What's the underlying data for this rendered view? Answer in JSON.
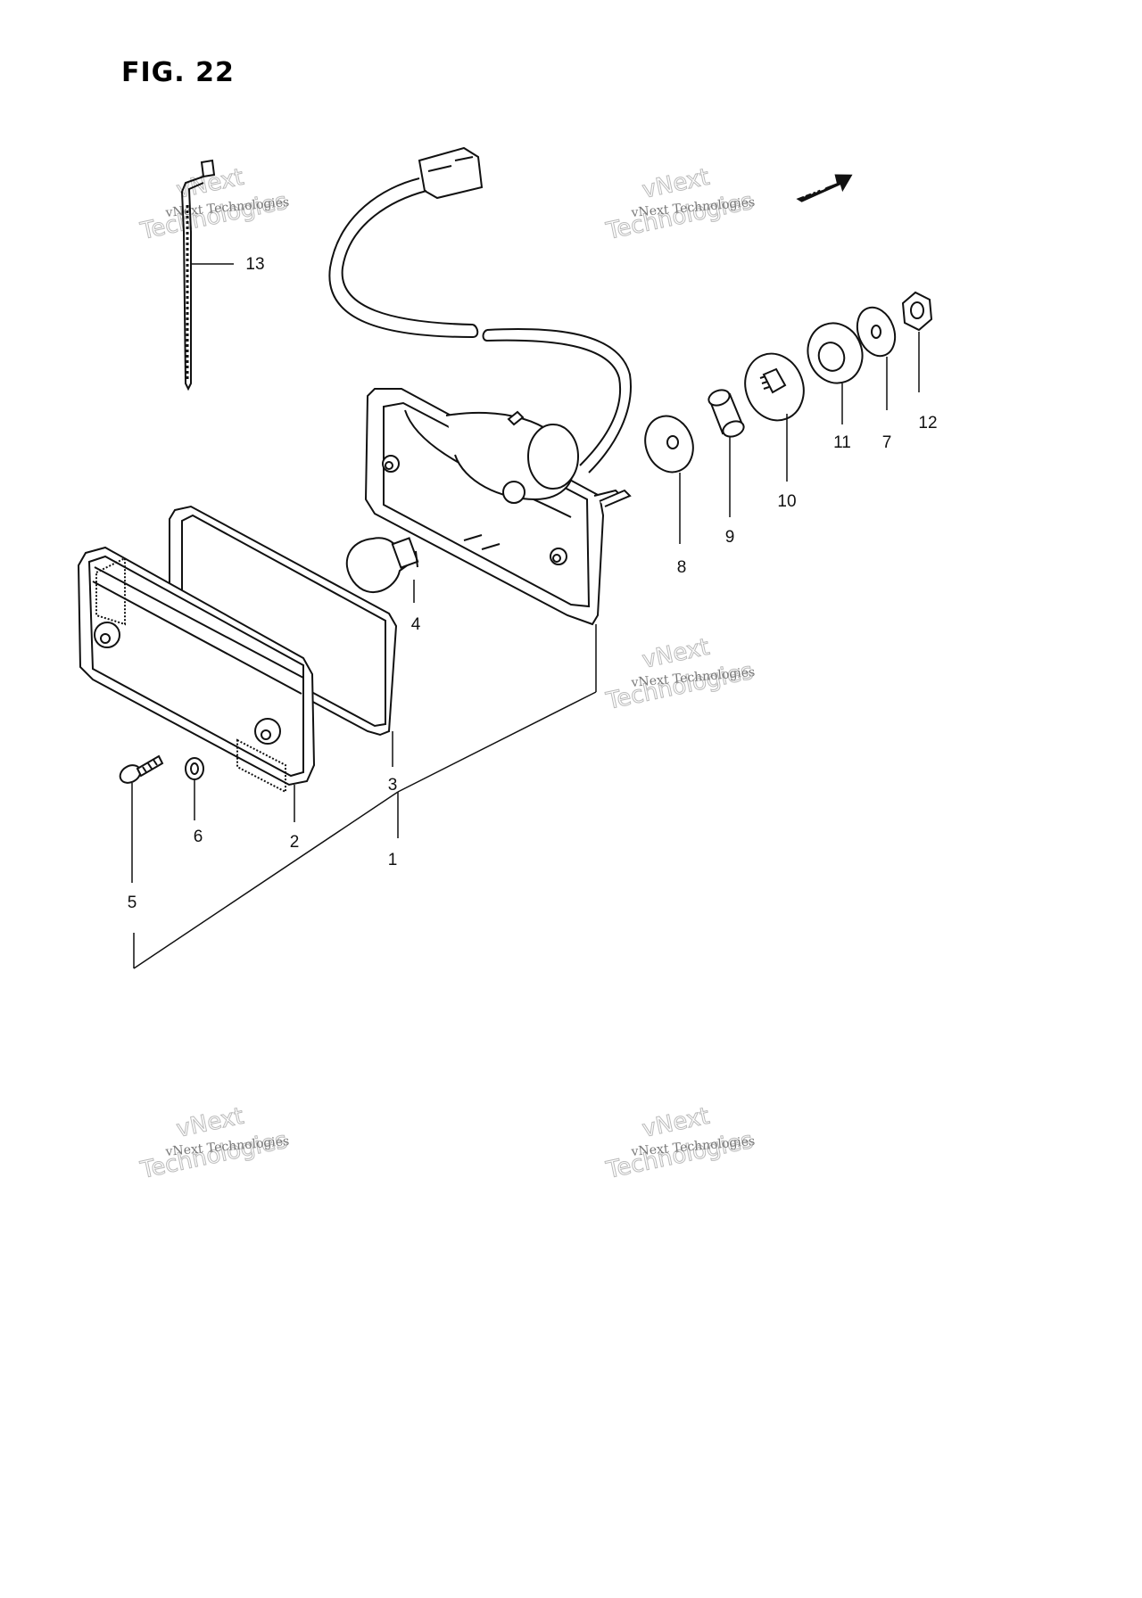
{
  "figure": {
    "title": "FIG. 22",
    "direction_label": "FWD"
  },
  "callouts": [
    {
      "id": "1",
      "label": "1"
    },
    {
      "id": "2",
      "label": "2"
    },
    {
      "id": "3",
      "label": "3"
    },
    {
      "id": "4",
      "label": "4"
    },
    {
      "id": "5",
      "label": "5"
    },
    {
      "id": "6",
      "label": "6"
    },
    {
      "id": "7",
      "label": "7"
    },
    {
      "id": "8",
      "label": "8"
    },
    {
      "id": "9",
      "label": "9"
    },
    {
      "id": "10",
      "label": "10"
    },
    {
      "id": "11",
      "label": "11"
    },
    {
      "id": "12",
      "label": "12"
    },
    {
      "id": "13",
      "label": "13"
    }
  ],
  "watermark": {
    "line": "vNext Technologies",
    "big_top": "vNext",
    "big_bottom": "Technologies"
  },
  "colors": {
    "ink": "#111111",
    "watermark": "#bbbbbb",
    "background": "#ffffff"
  }
}
